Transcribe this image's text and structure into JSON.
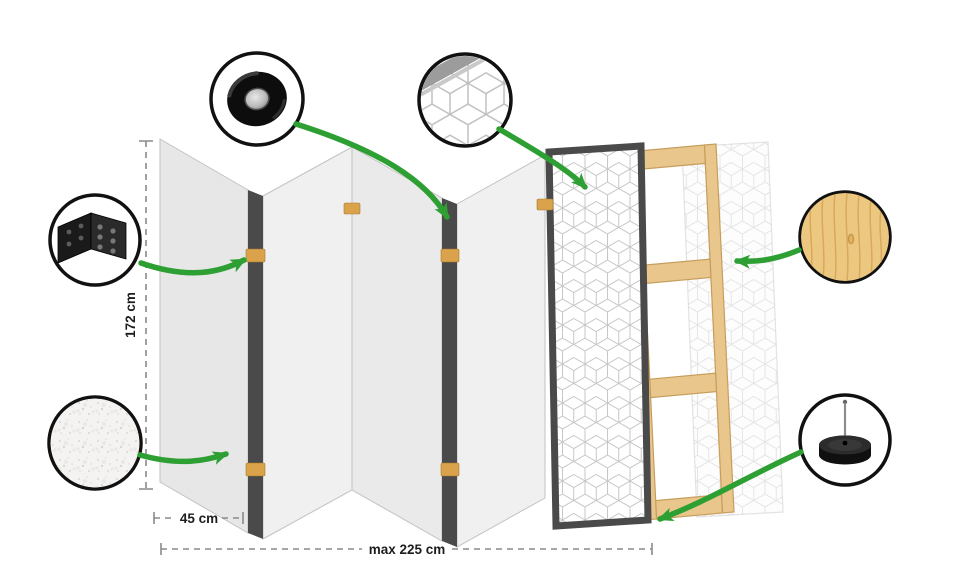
{
  "diagram": {
    "subject": "folding-screen-room-divider-construction",
    "labels": {
      "height": "172 cm",
      "panel_width": "45 cm",
      "max_total_width": "max 225 cm"
    },
    "callouts": [
      {
        "id": "adhesive-tape"
      },
      {
        "id": "corner-bracket-hinge"
      },
      {
        "id": "fleece-texture"
      },
      {
        "id": "geometric-pattern-detail"
      },
      {
        "id": "pine-wood-texture"
      },
      {
        "id": "felt-pad-with-pin"
      }
    ]
  },
  "colors": {
    "bg": "#ffffff",
    "accent-green": "#2d9f33",
    "panel-fill": "#ececec",
    "panel-edge": "#c2c2c2",
    "dark-frame": "#4a4a4a",
    "wood": "#e9c68c",
    "wood-edge": "#c79d5c",
    "hinge-brass": "#d9a24b",
    "pattern-line": "#c7c7c7",
    "dimension": "#8a8a8a",
    "text": "#1d1d1d"
  }
}
